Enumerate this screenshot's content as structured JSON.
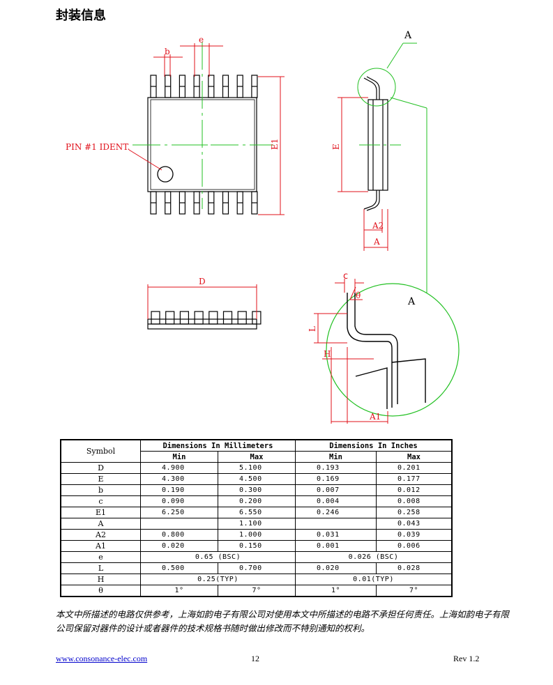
{
  "title": "封装信息",
  "drawing_labels": {
    "e": "e",
    "b": "b",
    "pin1": "PIN #1 IDENT.",
    "E1": "E1",
    "E": "E",
    "A_top": "A",
    "A2": "A2",
    "A_dim": "A",
    "D": "D",
    "c": "c",
    "theta": "θ",
    "A_detail": "A",
    "L": "L",
    "H": "H",
    "A1": "A1"
  },
  "table": {
    "symbol_header": "Symbol",
    "mm_header": "Dimensions In Millimeters",
    "in_header": "Dimensions In Inches",
    "min": "Min",
    "max": "Max",
    "rows": [
      {
        "sym": "D",
        "mm_min": "4.900",
        "mm_max": "5.100",
        "in_min": "0.193",
        "in_max": "0.201"
      },
      {
        "sym": "E",
        "mm_min": "4.300",
        "mm_max": "4.500",
        "in_min": "0.169",
        "in_max": "0.177"
      },
      {
        "sym": "b",
        "mm_min": "0.190",
        "mm_max": "0.300",
        "in_min": "0.007",
        "in_max": "0.012"
      },
      {
        "sym": "c",
        "mm_min": "0.090",
        "mm_max": "0.200",
        "in_min": "0.004",
        "in_max": "0.008"
      },
      {
        "sym": "E1",
        "mm_min": "6.250",
        "mm_max": "6.550",
        "in_min": "0.246",
        "in_max": "0.258"
      },
      {
        "sym": "A",
        "mm_min": "",
        "mm_max": "1.100",
        "in_min": "",
        "in_max": "0.043"
      },
      {
        "sym": "A2",
        "mm_min": "0.800",
        "mm_max": "1.000",
        "in_min": "0.031",
        "in_max": "0.039"
      },
      {
        "sym": "A1",
        "mm_min": "0.020",
        "mm_max": "0.150",
        "in_min": "0.001",
        "in_max": "0.006"
      }
    ],
    "e_sym": "e",
    "e_mm": "0.65 (BSC)",
    "e_in": "0.026 (BSC)",
    "L_sym": "L",
    "L_mm_min": "0.500",
    "L_mm_max": "0.700",
    "L_in_min": "0.020",
    "L_in_max": "0.028",
    "H_sym": "H",
    "H_mm": "0.25(TYP)",
    "H_in": "0.01(TYP)",
    "th_sym": "θ",
    "th_mm_min": "1°",
    "th_mm_max": "7°",
    "th_in_min": "1°",
    "th_in_max": "7°"
  },
  "disclaimer": "本文中所描述的电路仅供参考，上海如韵电子有限公司对使用本文中所描述的电路不承担任何责任。上海如韵电子有限公司保留对器件的设计或者器件的技术规格书随时做出修改而不特别通知的权利。",
  "footer": {
    "link": "www.consonance-elec.com",
    "page": "12",
    "rev": "Rev 1.2"
  }
}
